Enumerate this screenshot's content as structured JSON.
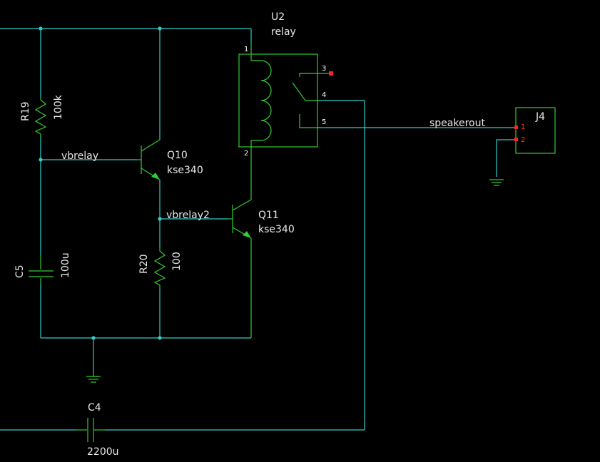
{
  "colors": {
    "background": "#000000",
    "wire": "#33cccc",
    "component": "#33cc33",
    "text": "#e8e8e8",
    "marker": "#ff2222"
  },
  "components": {
    "u2": {
      "ref": "U2",
      "value": "relay",
      "pins": [
        "1",
        "2",
        "3",
        "4",
        "5"
      ]
    },
    "r19": {
      "ref": "R19",
      "value": "100k"
    },
    "r20": {
      "ref": "R20",
      "value": "100"
    },
    "c5": {
      "ref": "C5",
      "value": "100u"
    },
    "c4": {
      "ref": "C4",
      "value": "2200u"
    },
    "q10": {
      "ref": "Q10",
      "value": "kse340"
    },
    "q11": {
      "ref": "Q11",
      "value": "kse340"
    },
    "j4": {
      "ref": "J4",
      "pins": [
        "1",
        "2"
      ]
    }
  },
  "nets": {
    "vbrelay": "vbrelay",
    "vbrelay2": "vbrelay2",
    "speakerout": "speakerout"
  }
}
